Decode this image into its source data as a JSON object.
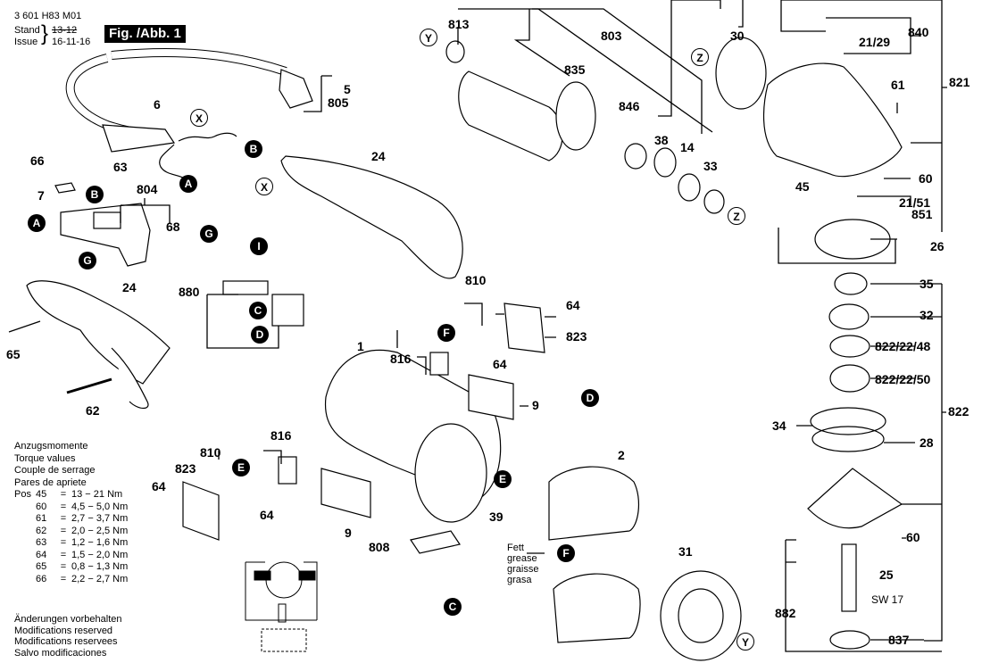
{
  "header": {
    "doc_number": "3 601 H83 M01",
    "stand_label": "Stand",
    "issue_label": "Issue",
    "old_date": "13-12",
    "date": "16-11-16",
    "figure_label": "Fig. /Abb. 1"
  },
  "torque": {
    "titles": [
      "Anzugsmomente",
      "Torque values",
      "Couple de serrage",
      "Pares de apriete"
    ],
    "pos_label": "Pos",
    "rows": [
      {
        "pos": "45",
        "eq": "=",
        "value": "13  − 21 Nm"
      },
      {
        "pos": "60",
        "eq": "=",
        "value": "4,5 − 5,0 Nm"
      },
      {
        "pos": "61",
        "eq": "=",
        "value": "2,7 − 3,7 Nm"
      },
      {
        "pos": "62",
        "eq": "=",
        "value": "2,0 − 2,5 Nm"
      },
      {
        "pos": "63",
        "eq": "=",
        "value": "1,2 − 1,6 Nm"
      },
      {
        "pos": "64",
        "eq": "=",
        "value": "1,5 − 2,0 Nm"
      },
      {
        "pos": "65",
        "eq": "=",
        "value": "0,8 − 1,3 Nm"
      },
      {
        "pos": "66",
        "eq": "=",
        "value": "2,2 − 2,7 Nm"
      }
    ]
  },
  "notes": [
    "Änderungen vorbehalten",
    "Modifications reserved",
    "Modifications reservees",
    "Salvo modificaciones"
  ],
  "grease_note": [
    "Fett",
    "grease",
    "graisse",
    "grasa"
  ],
  "spindle_note": "SW 17",
  "part_labels": {
    "p813": "813",
    "p803": "803",
    "p835": "835",
    "p846": "846",
    "p38": "38",
    "p14": "14",
    "p33": "33",
    "p30": "30",
    "p840": "840",
    "p21_29": "21/29",
    "p821": "821",
    "p61": "61",
    "p60a": "60",
    "p21_51": "21/51",
    "p851": "851",
    "p45": "45",
    "p26": "26",
    "p5": "5",
    "p805": "805",
    "p6": "6",
    "p66": "66",
    "p63": "63",
    "p7": "7",
    "p804": "804",
    "p68": "68",
    "p24a": "24",
    "p24b": "24",
    "p880": "880",
    "p65": "65",
    "p62": "62",
    "p1": "1",
    "p810a": "810",
    "p64a": "64",
    "p823a": "823",
    "p816a": "816",
    "p64b": "64",
    "p9a": "9",
    "p816b": "816",
    "p810b": "810",
    "p823b": "823",
    "p64c": "64",
    "p64d": "64",
    "p9b": "9",
    "p808": "808",
    "p39": "39",
    "p2": "2",
    "p31": "31",
    "p35": "35",
    "p32": "32",
    "p822_22_48": "822/22/48",
    "p822_22_50": "822/22/50",
    "p822": "822",
    "p34": "34",
    "p28": "28",
    "p60b": "60",
    "p25": "25",
    "p882": "882",
    "p837": "837"
  },
  "connectors": {
    "A1": "A",
    "A2": "A",
    "B1": "B",
    "B2": "B",
    "G1": "G",
    "G2": "G",
    "I": "I",
    "C1": "C",
    "C2": "C",
    "D1": "D",
    "D2": "D",
    "E1": "E",
    "E2": "E",
    "F1": "F",
    "F2": "F",
    "X1": "X",
    "X2": "X",
    "Y1": "Y",
    "Y2": "Y",
    "Z1": "Z",
    "Z2": "Z"
  }
}
